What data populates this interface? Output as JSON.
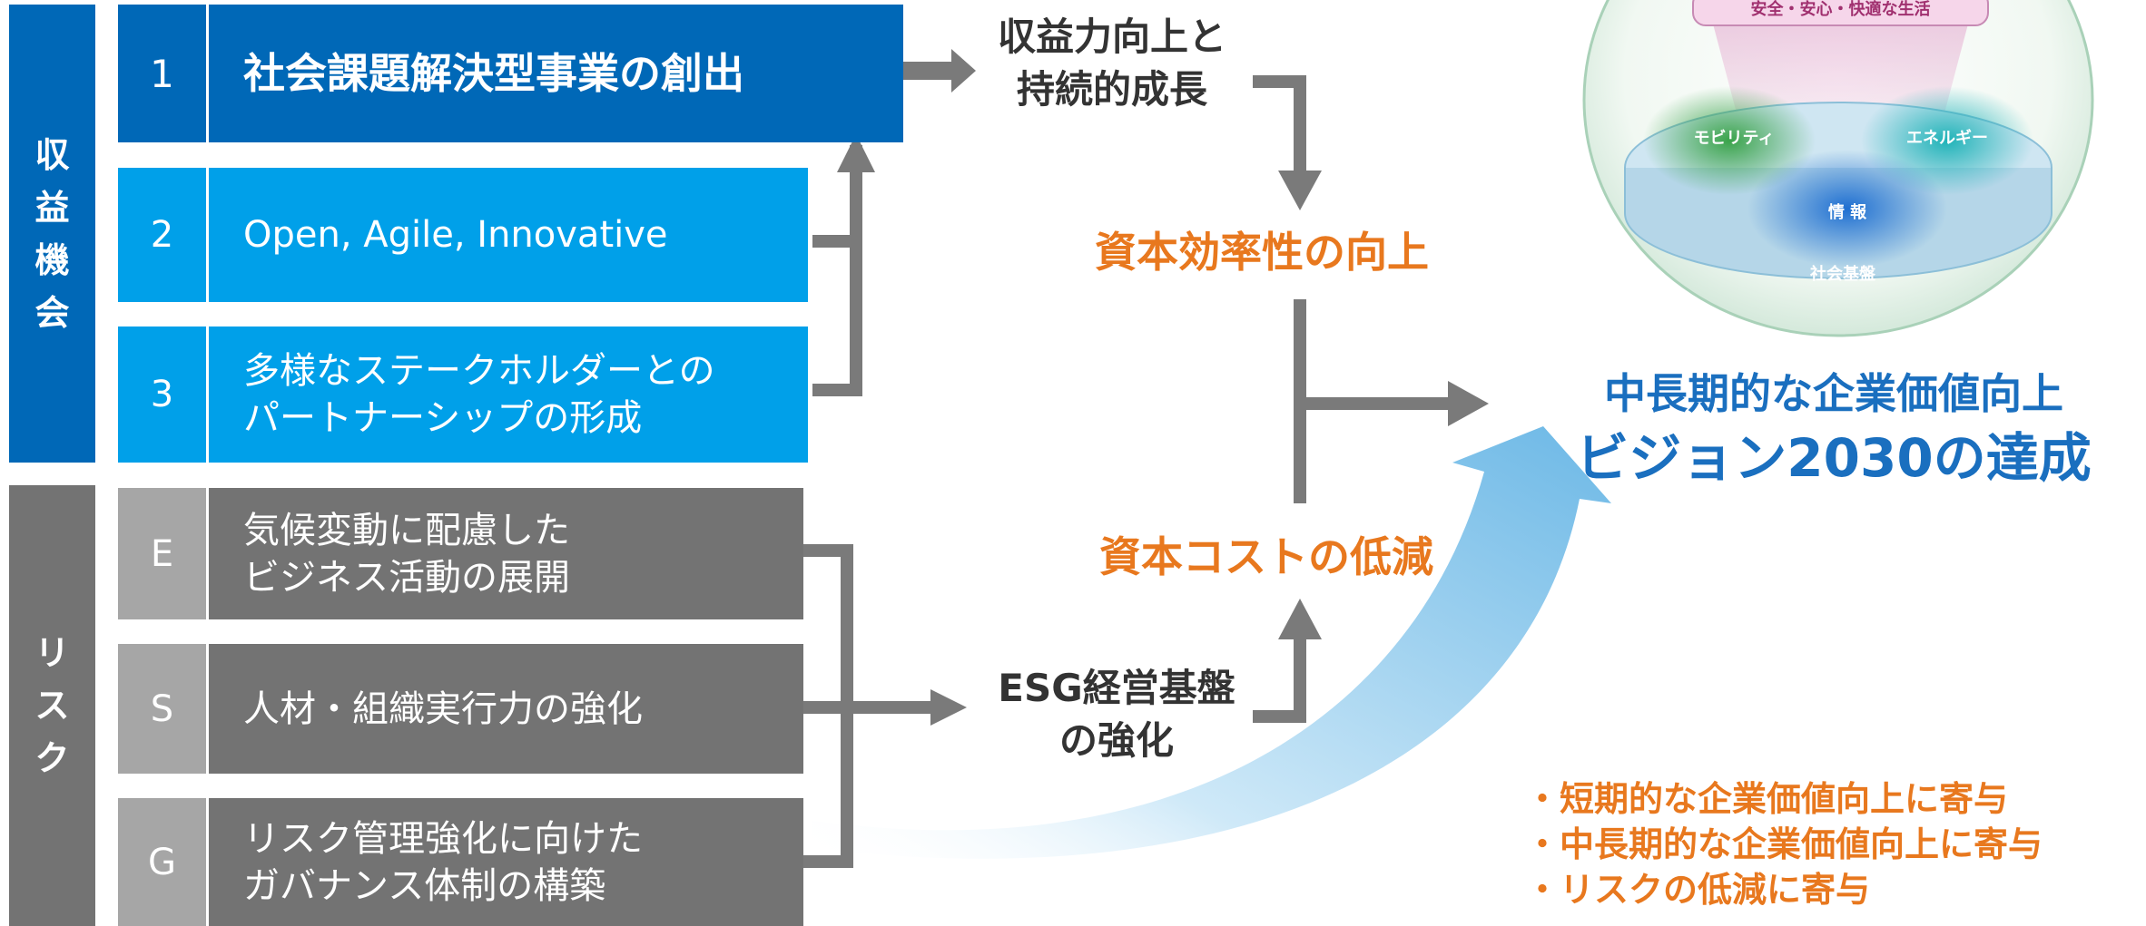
{
  "groups": {
    "opportunity": {
      "chars": [
        "収",
        "益",
        "機",
        "会"
      ]
    },
    "risk": {
      "chars": [
        "リ",
        "ス",
        "ク"
      ]
    }
  },
  "items": [
    {
      "num": "1",
      "lines": [
        "社会課題解決型事業の創出"
      ]
    },
    {
      "num": "2",
      "lines": [
        "Open, Agile, Innovative"
      ]
    },
    {
      "num": "3",
      "lines": [
        "多様なステークホルダーとの",
        "パートナーシップの形成"
      ]
    },
    {
      "num": "E",
      "lines": [
        "気候変動に配慮した",
        "ビジネス活動の展開"
      ]
    },
    {
      "num": "S",
      "lines": [
        "人材・組織実行力の強化"
      ]
    },
    {
      "num": "G",
      "lines": [
        "リスク管理強化に向けた",
        "ガバナンス体制の構築"
      ]
    }
  ],
  "flow": {
    "profit_growth": [
      "収益力向上と",
      "持続的成長"
    ],
    "capital_efficiency": "資本効率性の向上",
    "capital_cost": "資本コストの低減",
    "esg": [
      "ESG経営基盤",
      "の強化"
    ]
  },
  "goal": {
    "line1": "中長期的な企業価値向上",
    "line2": "ビジョン2030の達成"
  },
  "sphere": {
    "top": "安全・安心・快適な生活",
    "mobility": "モビリティ",
    "energy": "エネルギー",
    "info": "情 報",
    "base": "社会基盤"
  },
  "bullets": [
    "短期的な企業価値向上に寄与",
    "中長期的な企業価値向上に寄与",
    "リスクの低減に寄与"
  ],
  "colors": {
    "dark_blue": "#0068b7",
    "light_blue": "#00a0e9",
    "gray": "#737373",
    "light_gray": "#a6a6a6",
    "orange": "#e8781e",
    "goal_blue": "#1a6fbf"
  }
}
